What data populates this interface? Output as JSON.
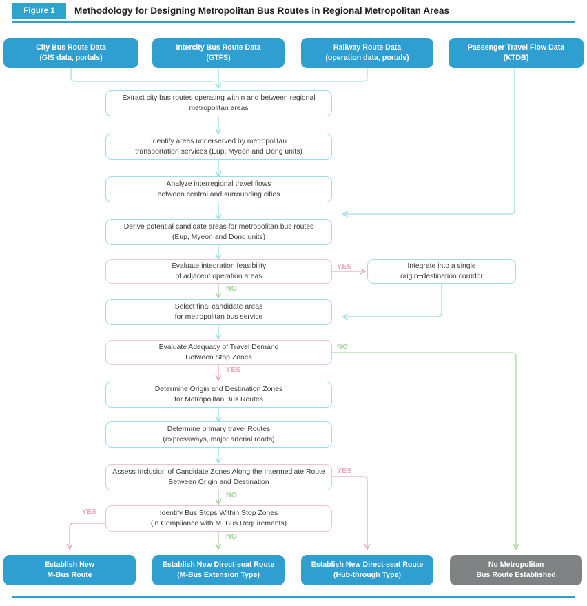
{
  "figure": {
    "tag": "Figure 1",
    "title": "Methodology for Designing Metropolitan Bus Routes in Regional Metropolitan Areas"
  },
  "colors": {
    "brand_blue": "#2e9fd0",
    "process_outline": "#9ddcec",
    "decision_outline": "#eec2d3",
    "yes_pink": "#eaa8bf",
    "no_green": "#a6d69a",
    "terminal_gray": "#7f8183",
    "text_dark": "#3c3c3c"
  },
  "sources": [
    {
      "id": "src_city",
      "line1": "City Bus Route Data",
      "line2": "(GIS data, portals)"
    },
    {
      "id": "src_intercity",
      "line1": "Intercity Bus Route Data",
      "line2": "(GTFS)"
    },
    {
      "id": "src_railway",
      "line1": "Railway Route Data",
      "line2": "(operation data, portals)"
    },
    {
      "id": "src_ktdb",
      "line1": "Passenger Travel Flow Data",
      "line2": "(KTDB)"
    }
  ],
  "steps": [
    {
      "id": "extract_routes",
      "kind": "process",
      "line1": "Extract city bus routes operating within and between regional",
      "line2": "metropolitan areas"
    },
    {
      "id": "identify_areas",
      "kind": "process",
      "line1": "Identify areas underserved by metropolitan",
      "line2": "transportation services (Eup, Myeon and Dong units)"
    },
    {
      "id": "analyze_flows",
      "kind": "process",
      "line1": "Analyze interregional travel flows",
      "line2": "between central and surrounding cities"
    },
    {
      "id": "derive_candidates",
      "kind": "process",
      "line1": "Derive potential candidate areas for metropolitan bus routes",
      "line2": "(Eup, Myeon and Dong units)"
    },
    {
      "id": "eval_integration",
      "kind": "decision",
      "line1": "Evaluate integration feasibility",
      "line2": "of adjacent operation areas"
    },
    {
      "id": "integrate_single",
      "kind": "process",
      "line1": "Integrate into a single",
      "line2": "origin−destination corridor"
    },
    {
      "id": "select_final",
      "kind": "process",
      "line1": "Select final candidate areas",
      "line2": "for metropolitan bus service"
    },
    {
      "id": "eval_demand",
      "kind": "decision",
      "line1": "Evaluate Adequacy of Travel Demand",
      "line2": "Between Stop Zones"
    },
    {
      "id": "determine_od",
      "kind": "process",
      "line1": "Determine Origin and Destination Zones",
      "line2": "for Metropolitan Bus Routes"
    },
    {
      "id": "determine_routes",
      "kind": "process",
      "line1": "Determine primary travel Routes",
      "line2": "(expressways, major arterial roads)"
    },
    {
      "id": "assess_inclusion",
      "kind": "decision",
      "line1": "Assess Inclusion of Candidate Zones Along the Intermediate Route",
      "line2": "Between Origin and Destination"
    },
    {
      "id": "identify_stops",
      "kind": "decision",
      "line1": "Identify Bus Stops Within Stop Zones",
      "line2": "(in Compliance with M−Bus Requirements)"
    }
  ],
  "outcomes": [
    {
      "id": "out_mbus",
      "style": "blue",
      "line1": "Establish New",
      "line2": "M-Bus Route"
    },
    {
      "id": "out_extension",
      "style": "blue",
      "line1": "Establish New Direct-seat Route",
      "line2": "(M-Bus Extension Type)"
    },
    {
      "id": "out_hub",
      "style": "blue",
      "line1": "Establish New Direct-seat Route",
      "line2": "(Hub-through Type)"
    },
    {
      "id": "out_none",
      "style": "gray",
      "line1": "No Metropolitan",
      "line2": "Bus Route Established"
    }
  ],
  "edge_labels": [
    {
      "id": "lbl_yes_integration",
      "text": "YES",
      "color": "pink"
    },
    {
      "id": "lbl_no_integration",
      "text": "NO",
      "color": "green"
    },
    {
      "id": "lbl_no_demand",
      "text": "NO",
      "color": "green"
    },
    {
      "id": "lbl_yes_demand",
      "text": "YES",
      "color": "pink"
    },
    {
      "id": "lbl_yes_inclusion",
      "text": "YES",
      "color": "pink"
    },
    {
      "id": "lbl_no_inclusion",
      "text": "NO",
      "color": "green"
    },
    {
      "id": "lbl_yes_stops",
      "text": "YES",
      "color": "pink"
    },
    {
      "id": "lbl_no_stops",
      "text": "NO",
      "color": "green"
    }
  ]
}
